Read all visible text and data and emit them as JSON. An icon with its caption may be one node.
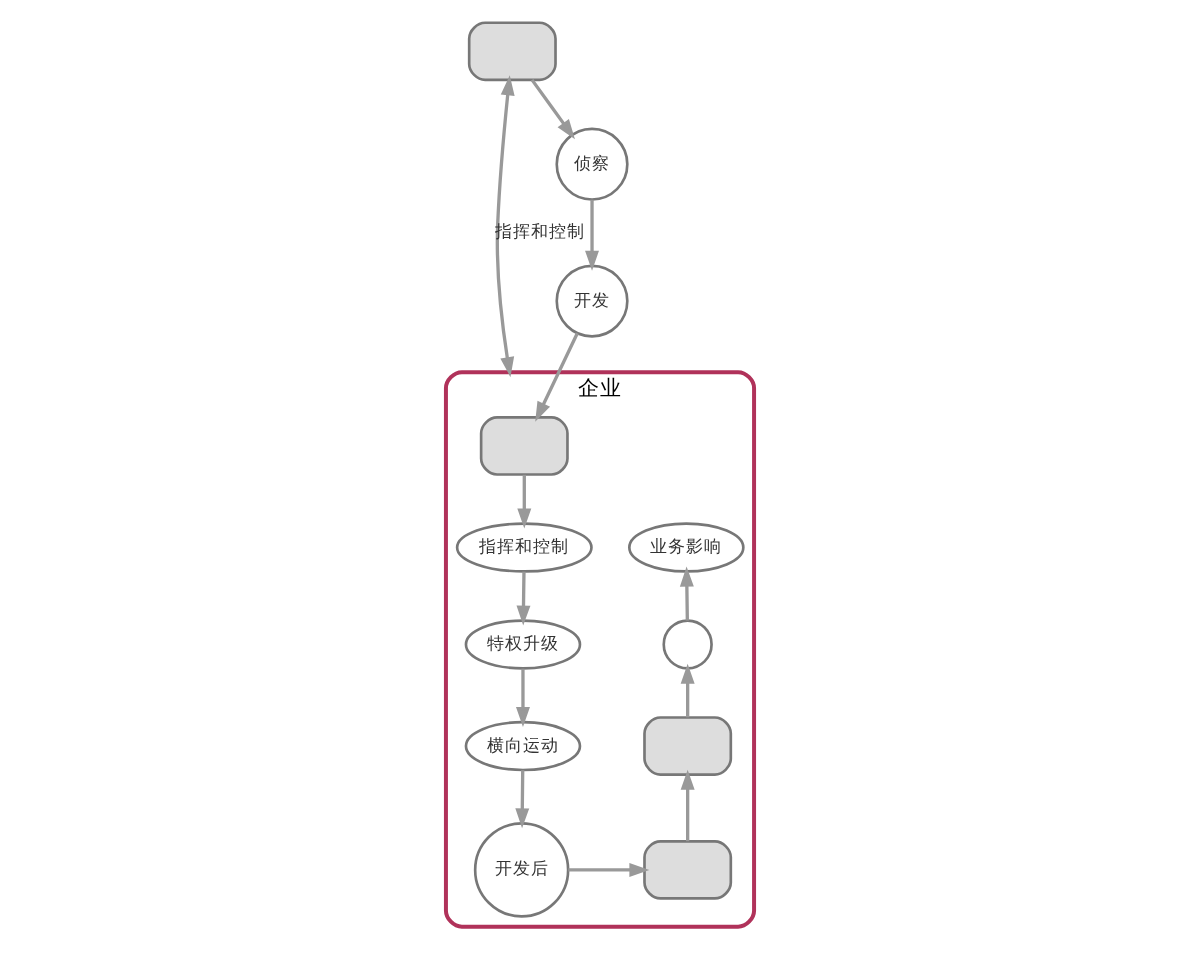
{
  "diagram": {
    "nodes": [
      {
        "text": [
          "企业"
        ]
      },
      {
        "text": [],
        "shape": "box"
      },
      {
        "text": [
          "侦察"
        ]
      },
      {
        "text": [
          "开发"
        ]
      },
      {
        "text": [],
        "shape": "box",
        "in": 0
      },
      {
        "text": [
          "指挥和控制"
        ],
        "in": 0
      },
      {
        "text": [
          "特权升级"
        ],
        "in": 0
      },
      {
        "text": [
          "横向运动"
        ],
        "in": 0
      },
      {
        "text": [
          "开发后"
        ],
        "in": 0
      },
      {
        "text": [],
        "shape": "box",
        "in": 0
      },
      {
        "text": [],
        "shape": "box",
        "in": 0
      },
      {
        "text": [],
        "shape": "circle",
        "in": 0
      },
      {
        "text": [
          "业务影响"
        ],
        "in": 0
      }
    ],
    "edges": [
      {
        "from": 1,
        "to": 0,
        "arrow": "both",
        "label": "指挥和控制"
      },
      {
        "from": 1,
        "to": 2,
        "arrow": "to"
      },
      {
        "from": 2,
        "to": 3,
        "arrow": "to"
      },
      {
        "from": 3,
        "to": 4,
        "arrow": "to"
      },
      {
        "from": 4,
        "to": 5,
        "arrow": "to"
      },
      {
        "from": 5,
        "to": 6,
        "arrow": "to"
      },
      {
        "from": 6,
        "to": 7,
        "arrow": "to"
      },
      {
        "from": 7,
        "to": 8,
        "arrow": "to"
      },
      {
        "from": 8,
        "to": 9,
        "arrow": "to"
      },
      {
        "from": 9,
        "to": 10,
        "arrow": "to"
      },
      {
        "from": 10,
        "to": 11,
        "arrow": "to"
      },
      {
        "from": 11,
        "to": 12,
        "arrow": "to"
      }
    ]
  }
}
